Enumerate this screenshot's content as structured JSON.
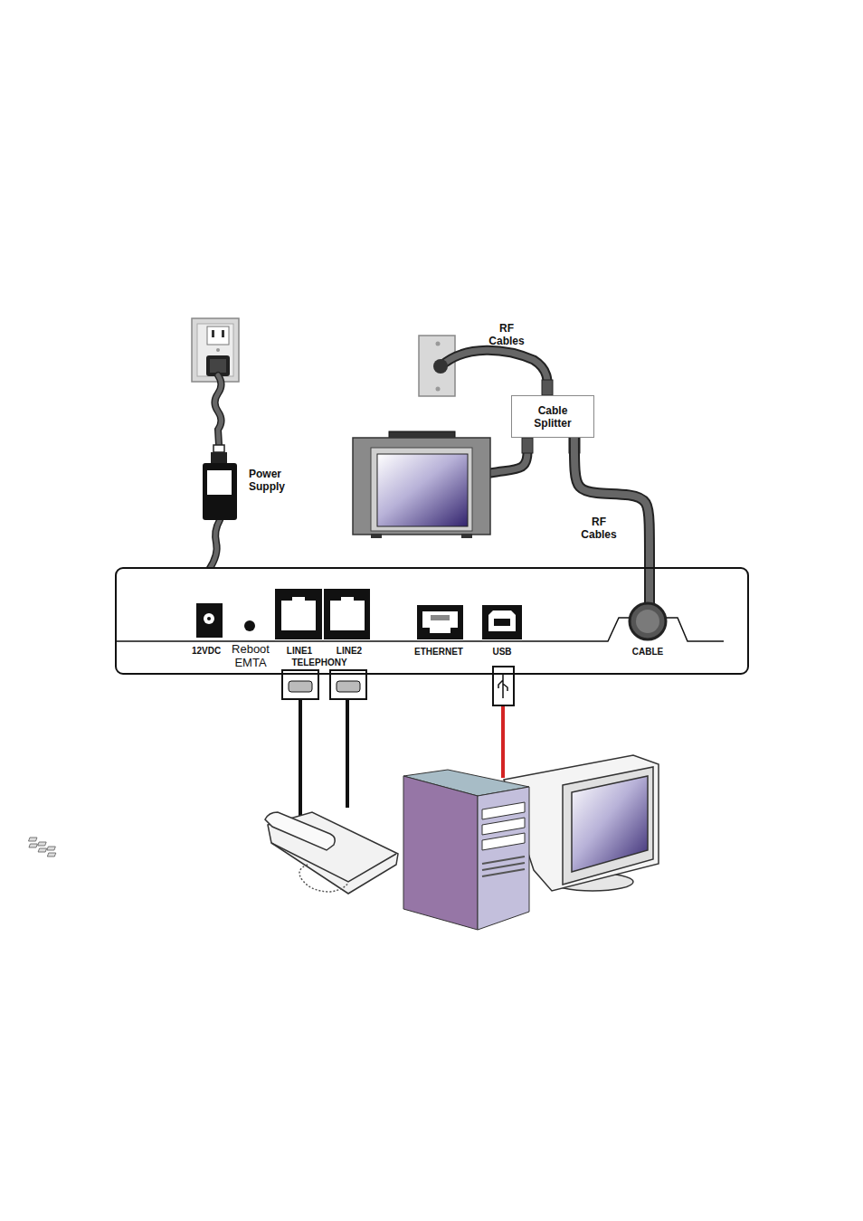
{
  "diagram": {
    "nodes": [
      {
        "text": [
          "Cable Splitter"
        ]
      },
      {
        "text": [
          "12VDC",
          "Reboot EMTA",
          "LINE1",
          "LINE2",
          "TELEPHONY",
          "ETHERNET",
          "USB",
          "CABLE"
        ]
      }
    ],
    "edges": [
      {
        "from": 0,
        "to": 1,
        "arrow": "none",
        "label": "RF Cables"
      }
    ],
    "labels": [
      "RF Cables",
      "Power Supply"
    ]
  }
}
